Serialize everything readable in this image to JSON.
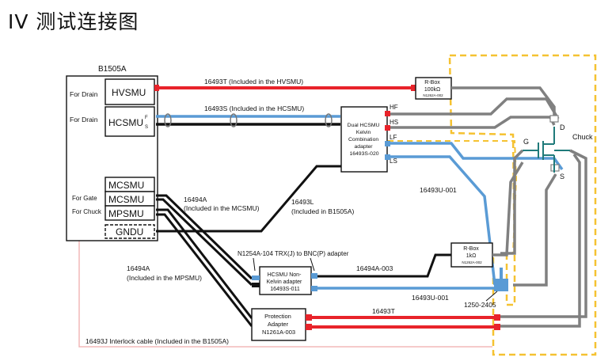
{
  "page_title": "IV 测试连接图",
  "instrument": {
    "name": "B1505A",
    "labels": {
      "for_drain_1": "For Drain",
      "for_drain_2": "For Drain",
      "for_gate": "For Gate",
      "for_chuck": "For Chuck"
    },
    "modules": {
      "hvsmu": "HVSMU",
      "hcsmu": "HCSMU",
      "mcsmu_top": "MCSMU",
      "mcsmu": "MCSMU",
      "mpsmu": "MPSMU",
      "gndu": "GNDU"
    },
    "fs_f": "F",
    "fs_s": "S"
  },
  "adapters": {
    "dual": [
      "Dual HCSMU",
      "Kelvin",
      "Combination",
      "adapter",
      "16493S-020"
    ],
    "dual_ports": {
      "hf": "HF",
      "hs": "HS",
      "lf": "LF",
      "ls": "LS"
    },
    "nonkelvin": [
      "HCSMU Non-",
      "Kelvin adapter",
      "16493S-011"
    ],
    "protection": [
      "Protection",
      "Adapter",
      "N1261A-003"
    ],
    "rbox_top": [
      "R-Box",
      "100kΩ",
      "N1262A-002"
    ],
    "rbox_bottom": [
      "R-Box",
      "1kΩ",
      "N1262A-002"
    ]
  },
  "cables": {
    "c16493t_hvsmu": "16493T (Included in the HVSMU)",
    "c16493s": "16493S (Included in the HCSMU)",
    "c16494a_mcsmu": [
      "16494A",
      "(Included in the MCSMU)"
    ],
    "c16493l": [
      "16493L",
      "(Included in B1505A)"
    ],
    "c16493u_right": "16493U-001",
    "c_trx_bnc": "N1254A-104 TRX(J) to BNC(P) adapter",
    "c16494a_mpsmu": [
      "16494A",
      "(Included in the MPSMU)"
    ],
    "c16494a_003": "16494A-003",
    "c16493u_bottom": "16493U-001",
    "c1250": "1250-2405",
    "c16493t": "16493T",
    "interlock": "16493J Interlock cable (Included in the B1505A)"
  },
  "device": {
    "g": "G",
    "d": "D",
    "s": "S",
    "chuck": "Chuck"
  },
  "colors": {
    "red": "#e8232a",
    "blue": "#5a9bd5",
    "black": "#111111",
    "gray": "#808080",
    "yellow": "#f5c232",
    "pink": "#f2b8b8"
  }
}
